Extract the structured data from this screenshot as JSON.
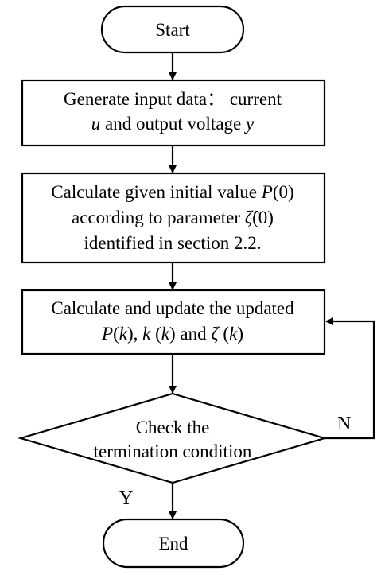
{
  "flowchart": {
    "start": {
      "label": "Start"
    },
    "step1": {
      "lines": [
        [
          {
            "t": "Generate input data："
          },
          {
            "t": " current"
          }
        ],
        [
          {
            "t": "u",
            "i": true
          },
          {
            "t": " and output voltage "
          },
          {
            "t": "y",
            "i": true
          }
        ]
      ]
    },
    "step2": {
      "lines": [
        [
          {
            "t": "Calculate given initial value "
          },
          {
            "t": "P",
            "i": true
          },
          {
            "t": "(0)"
          }
        ],
        [
          {
            "t": "according to parameter "
          },
          {
            "t": "ζ̂",
            "i": true
          },
          {
            "t": "(0)"
          }
        ],
        [
          {
            "t": "identified in section 2.2."
          }
        ]
      ]
    },
    "step3": {
      "lines": [
        [
          {
            "t": "Calculate and update the updated"
          }
        ],
        [
          {
            "t": "P",
            "i": true
          },
          {
            "t": "("
          },
          {
            "t": "k",
            "i": true
          },
          {
            "t": "), "
          },
          {
            "t": "k",
            "i": true
          },
          {
            "t": " ("
          },
          {
            "t": "k",
            "i": true
          },
          {
            "t": ") and "
          },
          {
            "t": "ζ",
            "i": true
          },
          {
            "t": " ("
          },
          {
            "t": "k",
            "i": true
          },
          {
            "t": ")"
          }
        ]
      ]
    },
    "decision": {
      "lines": [
        [
          {
            "t": "Check the"
          }
        ],
        [
          {
            "t": "termination condition"
          }
        ]
      ]
    },
    "end": {
      "label": "End"
    },
    "labels": {
      "yes": "Y",
      "no": "N"
    }
  }
}
